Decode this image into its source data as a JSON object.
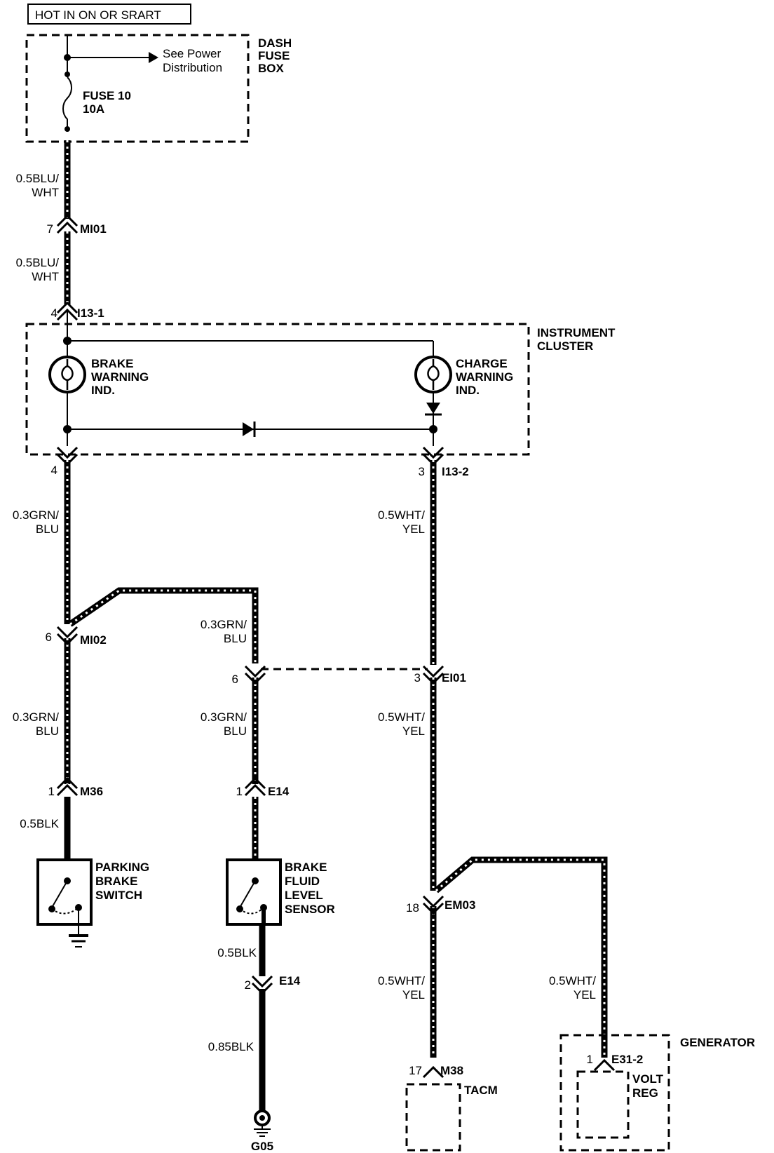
{
  "header": "HOT IN ON OR SRART",
  "dash_fuse_box": {
    "label_lines": [
      "DASH",
      "FUSE",
      "BOX"
    ],
    "see_power_lines": [
      "See Power",
      "Distribution"
    ],
    "fuse_lines": [
      "FUSE 10",
      "10A"
    ]
  },
  "instrument_cluster": {
    "label_lines": [
      "INSTRUMENT",
      "CLUSTER"
    ],
    "brake_ind_lines": [
      "BRAKE",
      "WARNING",
      "IND."
    ],
    "charge_ind_lines": [
      "CHARGE",
      "WARNING",
      "IND."
    ]
  },
  "wires": {
    "w1": [
      "0.5BLU/",
      "WHT"
    ],
    "w2": [
      "0.5BLU/",
      "WHT"
    ],
    "w3": [
      "0.3GRN/",
      "BLU"
    ],
    "w4": [
      "0.5WHT/",
      "YEL"
    ],
    "w5": [
      "0.3GRN/",
      "BLU"
    ],
    "w6": [
      "0.3GRN/",
      "BLU"
    ],
    "w7": [
      "0.3GRN/",
      "BLU"
    ],
    "w8": [
      "0.5WHT/",
      "YEL"
    ],
    "w9": "0.5BLK",
    "w10": "0.5BLK",
    "w11": [
      "0.5WHT/",
      "YEL"
    ],
    "w12": [
      "0.5WHT/",
      "YEL"
    ],
    "w13": "0.85BLK"
  },
  "connectors": {
    "mi01": {
      "pin": "7",
      "name": "MI01"
    },
    "i13_1": {
      "pin": "4",
      "name": "I13-1"
    },
    "i13_2_left": {
      "pin": "4"
    },
    "i13_2": {
      "pin": "3",
      "name": "I13-2"
    },
    "mi02": {
      "pin": "6",
      "name": "MI02"
    },
    "ei01_left": {
      "pin": "6"
    },
    "ei01": {
      "pin": "3",
      "name": "EI01"
    },
    "m36": {
      "pin": "1",
      "name": "M36"
    },
    "e14_top": {
      "pin": "1",
      "name": "E14"
    },
    "em03": {
      "pin": "18",
      "name": "EM03"
    },
    "e14_bottom": {
      "pin": "2",
      "name": "E14"
    },
    "m38": {
      "pin": "17",
      "name": "M38"
    },
    "e31_2": {
      "pin": "1",
      "name": "E31-2"
    }
  },
  "components": {
    "parking_brake_switch": [
      "PARKING",
      "BRAKE",
      "SWITCH"
    ],
    "brake_fluid_sensor": [
      "BRAKE",
      "FLUID",
      "LEVEL",
      "SENSOR"
    ],
    "tacm": "TACM",
    "generator": "GENERATOR",
    "volt_reg": [
      "VOLT",
      "REG"
    ],
    "ground": "G05"
  }
}
